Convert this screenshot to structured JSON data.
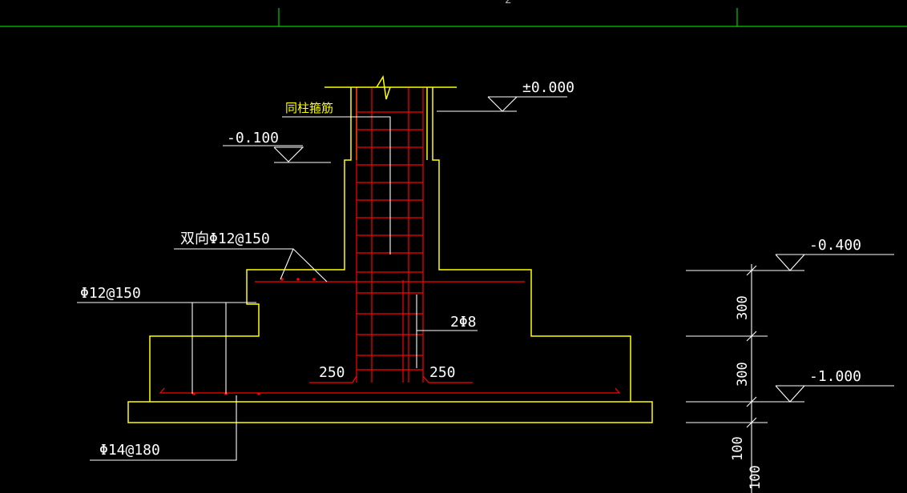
{
  "labels": {
    "elev_zero": "±0.000",
    "elev_m0100": "-0.100",
    "stirrup_note": "同柱箍筋",
    "bidir_rebar": "双向Φ12@150",
    "rebar_phi12": "Φ12@150",
    "rebar_2phi8": "2Φ8",
    "dim_250_left": "250",
    "dim_250_right": "250",
    "rebar_phi14": "Φ14@180",
    "elev_m0400": "-0.400",
    "elev_m1000": "-1.000",
    "dim_300_upper": "300",
    "dim_300_lower": "300",
    "dim_100_a": "100",
    "dim_100_b": "100",
    "top_axis_label": "2"
  },
  "colors": {
    "background": "#000000",
    "outline": "#ffff00",
    "rebar": "#ff0000",
    "leader": "#ffffff",
    "axis": "#00cc00"
  }
}
